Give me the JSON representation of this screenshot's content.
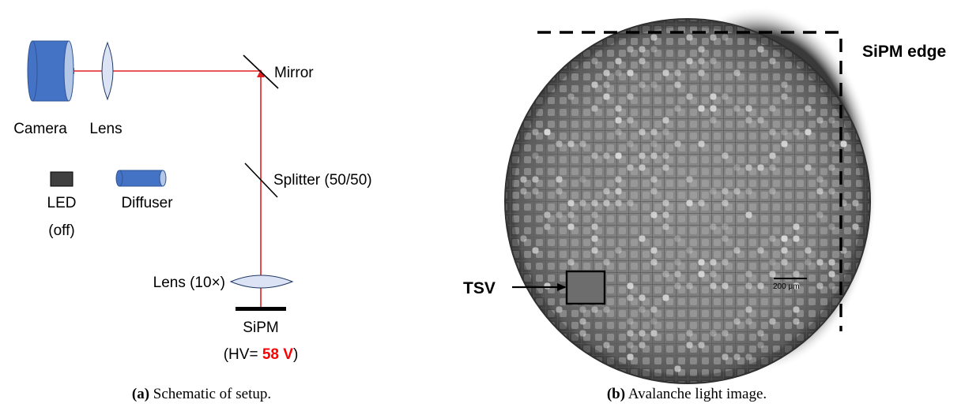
{
  "panel_a": {
    "labels": {
      "camera": "Camera",
      "lens_top": "Lens",
      "mirror": "Mirror",
      "led": "LED",
      "led_state": "(off)",
      "diffuser": "Diffuser",
      "splitter": "Splitter (50/50)",
      "objective": "Lens (10×)",
      "sipm": "SiPM",
      "hv_prefix": "(HV= ",
      "hv_value": "58 V",
      "hv_suffix": ")"
    },
    "caption_tag": "(a)",
    "caption_text": " Schematic of setup."
  },
  "panel_b": {
    "sipm_edge": "SiPM edge",
    "tsv": "TSV",
    "scalebar": "200 μm",
    "caption_tag": "(b)",
    "caption_text": " Avalanche light image."
  },
  "colors": {
    "beam": "#e02020",
    "component_blue": "#4472c4",
    "lens_fill": "#dbe3f5",
    "hv_value": "#ff0000"
  }
}
